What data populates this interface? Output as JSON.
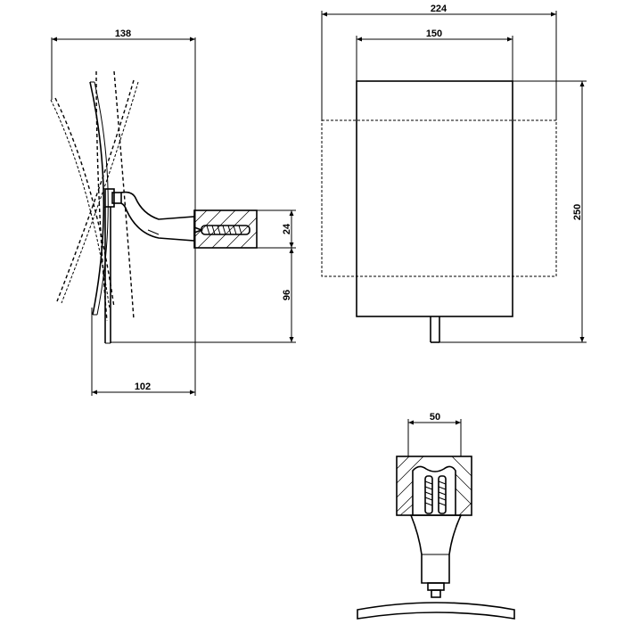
{
  "dimensions": {
    "side_total_width": "138",
    "side_base_width": "102",
    "side_wall_plate_height": "24",
    "side_arm_height": "96",
    "front_total_width": "224",
    "front_mirror_width": "150",
    "front_total_height": "250",
    "bottom_plate_width": "50"
  }
}
